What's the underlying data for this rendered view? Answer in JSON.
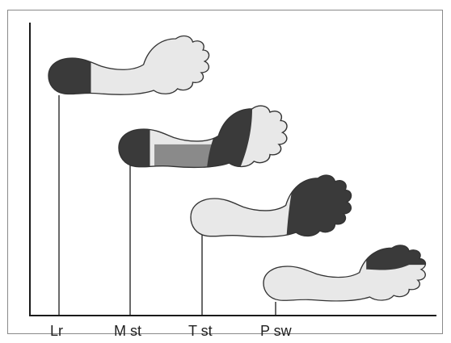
{
  "phases": [
    {
      "label": "Lr"
    },
    {
      "label": "M st"
    },
    {
      "label": "T st"
    },
    {
      "label": "P sw"
    }
  ],
  "colors": {
    "foot_fill": "#e8e8e8",
    "foot_outline": "#333333",
    "pressure": "#3a3a3a",
    "pressure_mid": "#8a8a8a",
    "axis": "#1a1a1a"
  }
}
